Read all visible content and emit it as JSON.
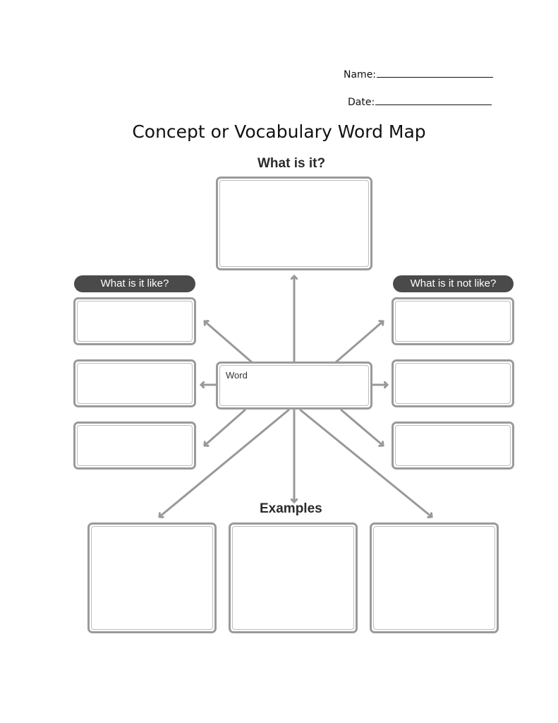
{
  "header": {
    "name_label": "Name:",
    "date_label": "Date:"
  },
  "title": "Concept or Vocabulary Word Map",
  "map": {
    "what_is_it": "What is it?",
    "what_is_it_like": "What is it like?",
    "what_is_it_not_like": "What is it not like?",
    "word_label": "Word",
    "examples": "Examples"
  },
  "colors": {
    "box_border": "#9a9a9a",
    "arrow": "#999999",
    "pill": "#4a4a4a"
  }
}
